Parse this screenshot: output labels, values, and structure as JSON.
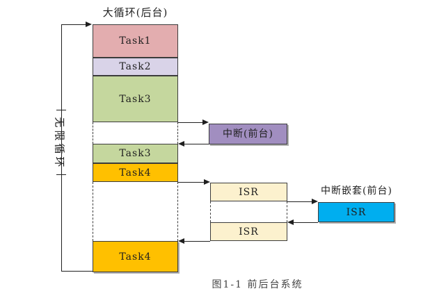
{
  "title": "大循环(后台)",
  "loop": {
    "label": "无限循环"
  },
  "column": {
    "task1": "Task1",
    "task2": "Task2",
    "task3": "Task3",
    "task3_repeat": "Task3",
    "task4": "Task4",
    "task4_repeat": "Task4"
  },
  "interrupt": {
    "label": "中断(前台)"
  },
  "isr": {
    "first": "ISR",
    "second": "ISR"
  },
  "nested": {
    "title": "中断嵌套(前台)",
    "isr": "ISR"
  },
  "caption_partial": "图1-1 前后台系统",
  "colors": {
    "task1": "#E3ADAF",
    "task2": "#D9D3E8",
    "task3": "#C5D79E",
    "task4": "#FFC000",
    "interrupt": "#A18EC0",
    "isr": "#FCF1CE",
    "nested_isr": "#00AEEF",
    "line": "#1F1F1F",
    "background": "#FFFFFF"
  }
}
